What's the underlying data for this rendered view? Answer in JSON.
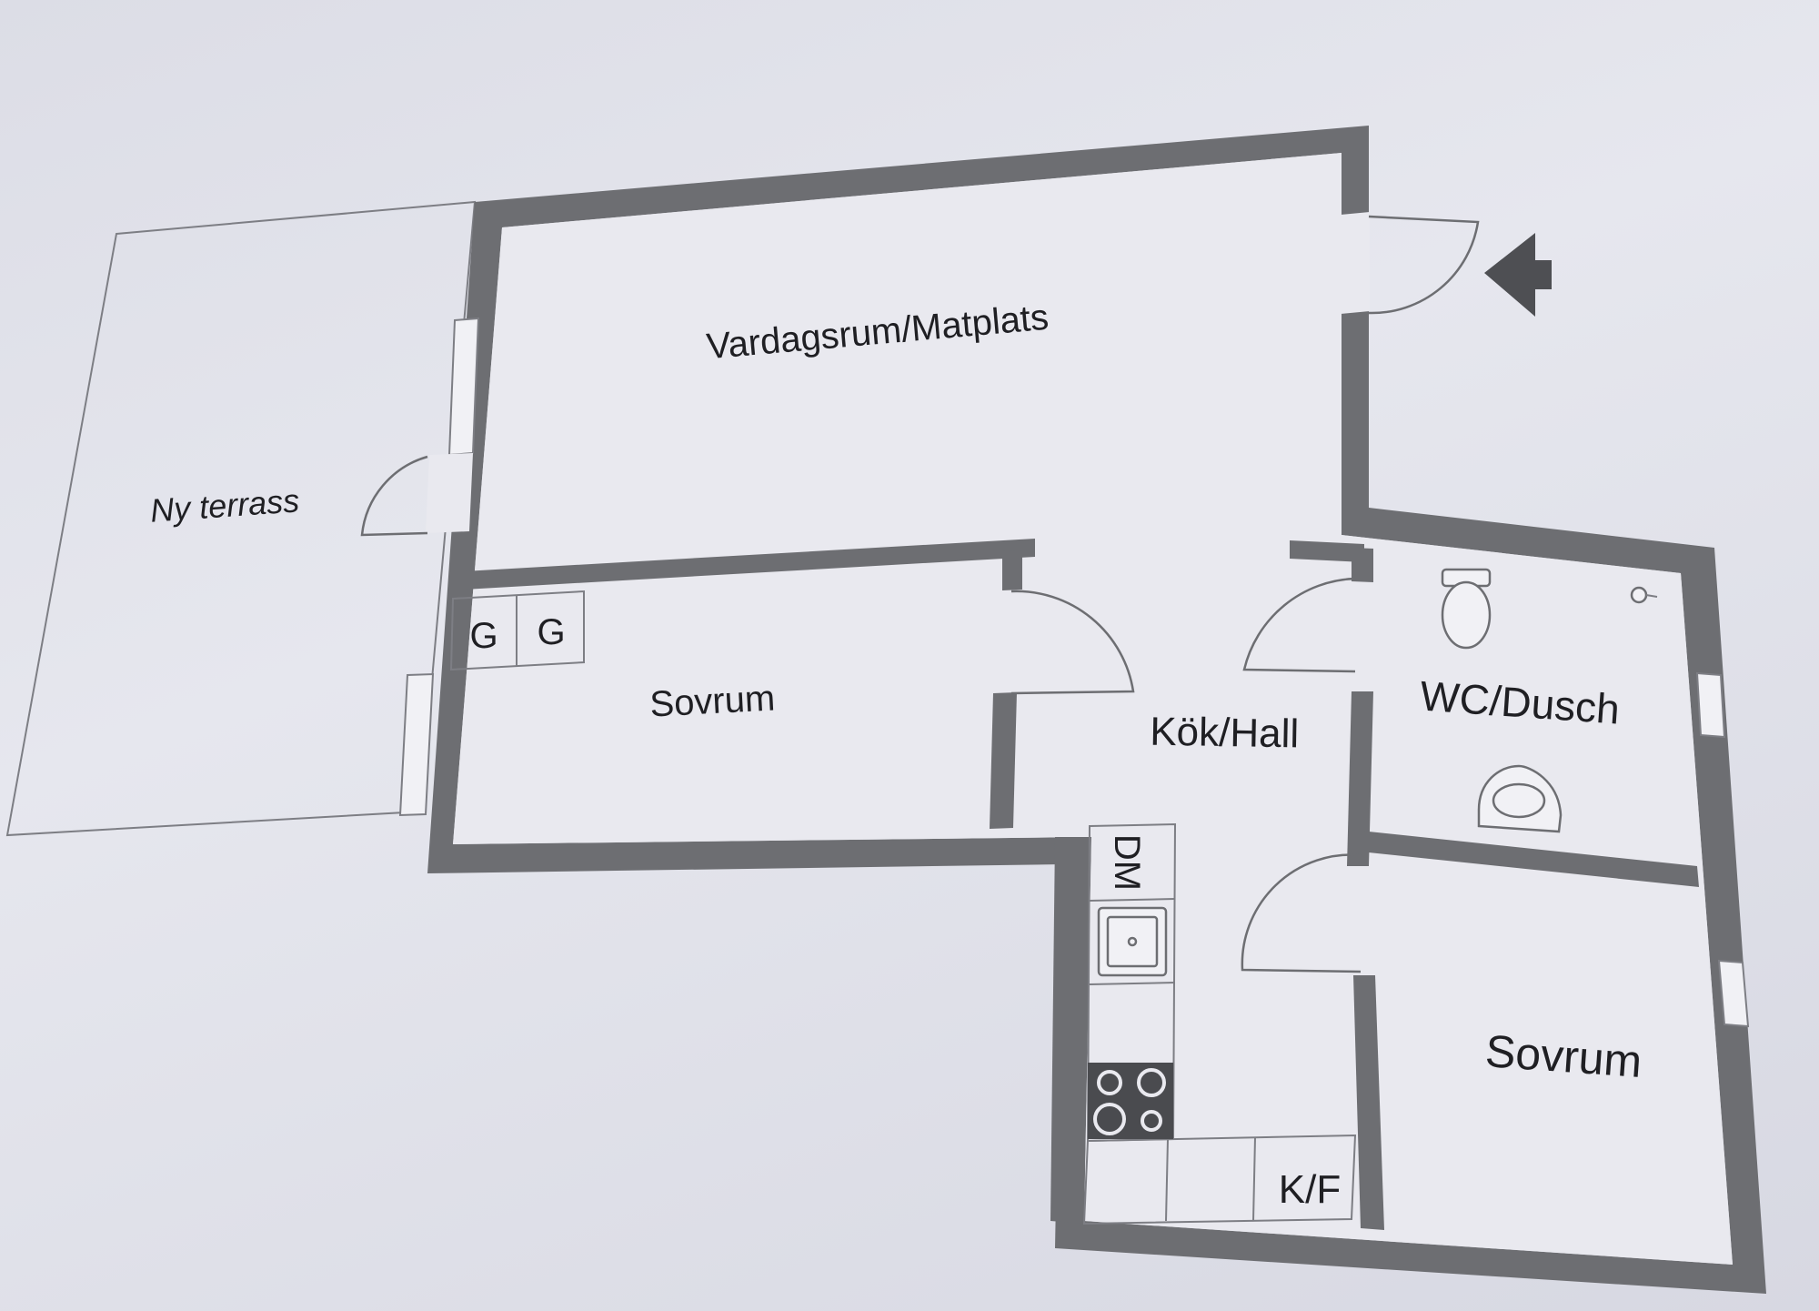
{
  "rooms": {
    "living": "Vardagsrum/Matplats",
    "terrace": "Ny terrass",
    "bedroom_1": "Sovrum",
    "kitchen_hall": "Kök/Hall",
    "bathroom": "WC/Dusch",
    "bedroom_2": "Sovrum"
  },
  "fixtures": {
    "wardrobe_1": "G",
    "wardrobe_2": "G",
    "dishwasher": "DM",
    "fridge_freezer": "K/F"
  },
  "icons": {
    "entrance": "entrance-arrow-icon",
    "toilet": "toilet-icon",
    "sink": "sink-icon",
    "kitchen_sink": "kitchen-sink-icon",
    "stove": "stove-icon"
  }
}
